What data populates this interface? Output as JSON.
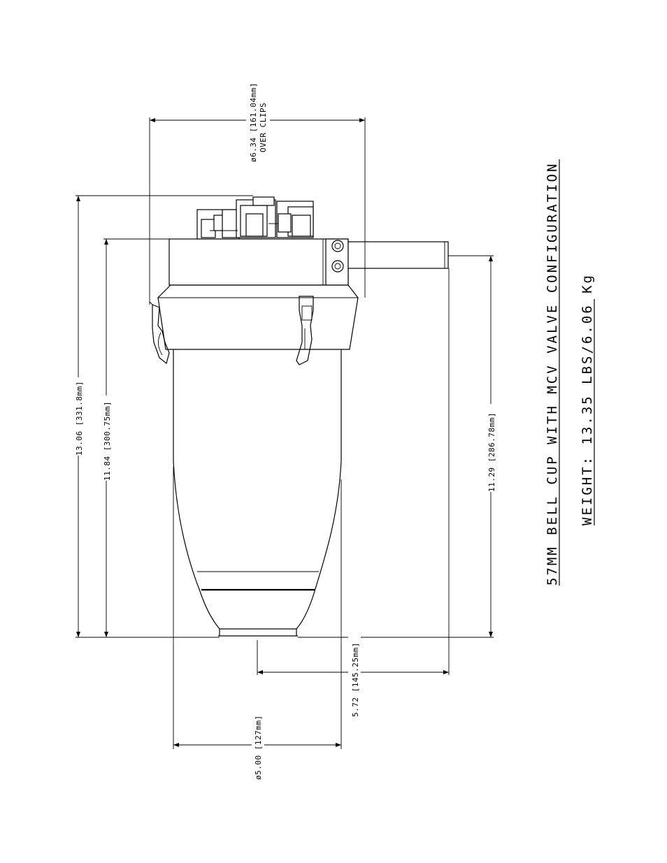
{
  "title": "57MM BELL CUP WITH MCV VALVE CONFIGURATION",
  "weight": "WEIGHT: 13.35 LBS/6.06 Kg",
  "dimensions": {
    "over_clips": "ø6.34 [161.04mm]",
    "over_clips_note": "OVER CLIPS",
    "height_overall": "13.06 [331.8mm]",
    "height_body": "11.84 [300.75mm]",
    "height_right": "11.29 [286.78mm]",
    "offset": "5.72 [145.25mm]",
    "diameter": "ø5.00 [127mm]"
  }
}
